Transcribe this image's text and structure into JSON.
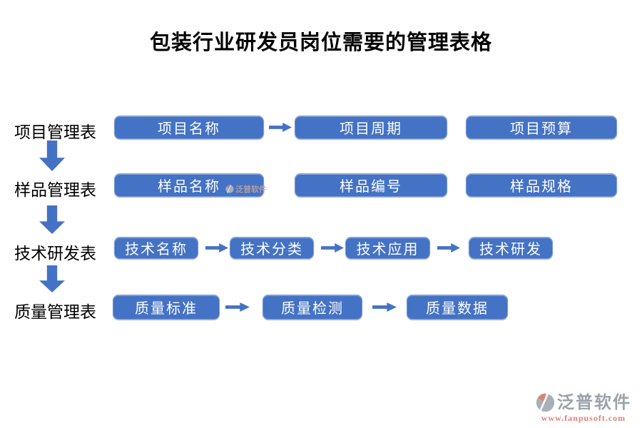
{
  "title": "包装行业研发员岗位需要的管理表格",
  "rows": [
    {
      "label": "项目管理表",
      "boxes": [
        "项目名称",
        "项目周期",
        "项目预算"
      ]
    },
    {
      "label": "样品管理表",
      "boxes": [
        "样品名称",
        "样品编号",
        "样品规格"
      ]
    },
    {
      "label": "技术研发表",
      "boxes": [
        "技术名称",
        "技术分类",
        "技术应用",
        "技术研发"
      ]
    },
    {
      "label": "质量管理表",
      "boxes": [
        "质量标准",
        "质量检测",
        "质量数据"
      ]
    }
  ],
  "watermark": {
    "brand": "泛普软件"
  },
  "footer": {
    "brand": "泛普软件",
    "url": "www.fanpusoft.com"
  },
  "colors": {
    "box_fill": "#4472C4",
    "box_border": "#7C9BD9",
    "arrow": "#4472C4",
    "box_text": "#FFFFFF",
    "title_text": "#000000",
    "brand_gray": "#9AA2AC",
    "brand_salmon": "#DD8278"
  }
}
